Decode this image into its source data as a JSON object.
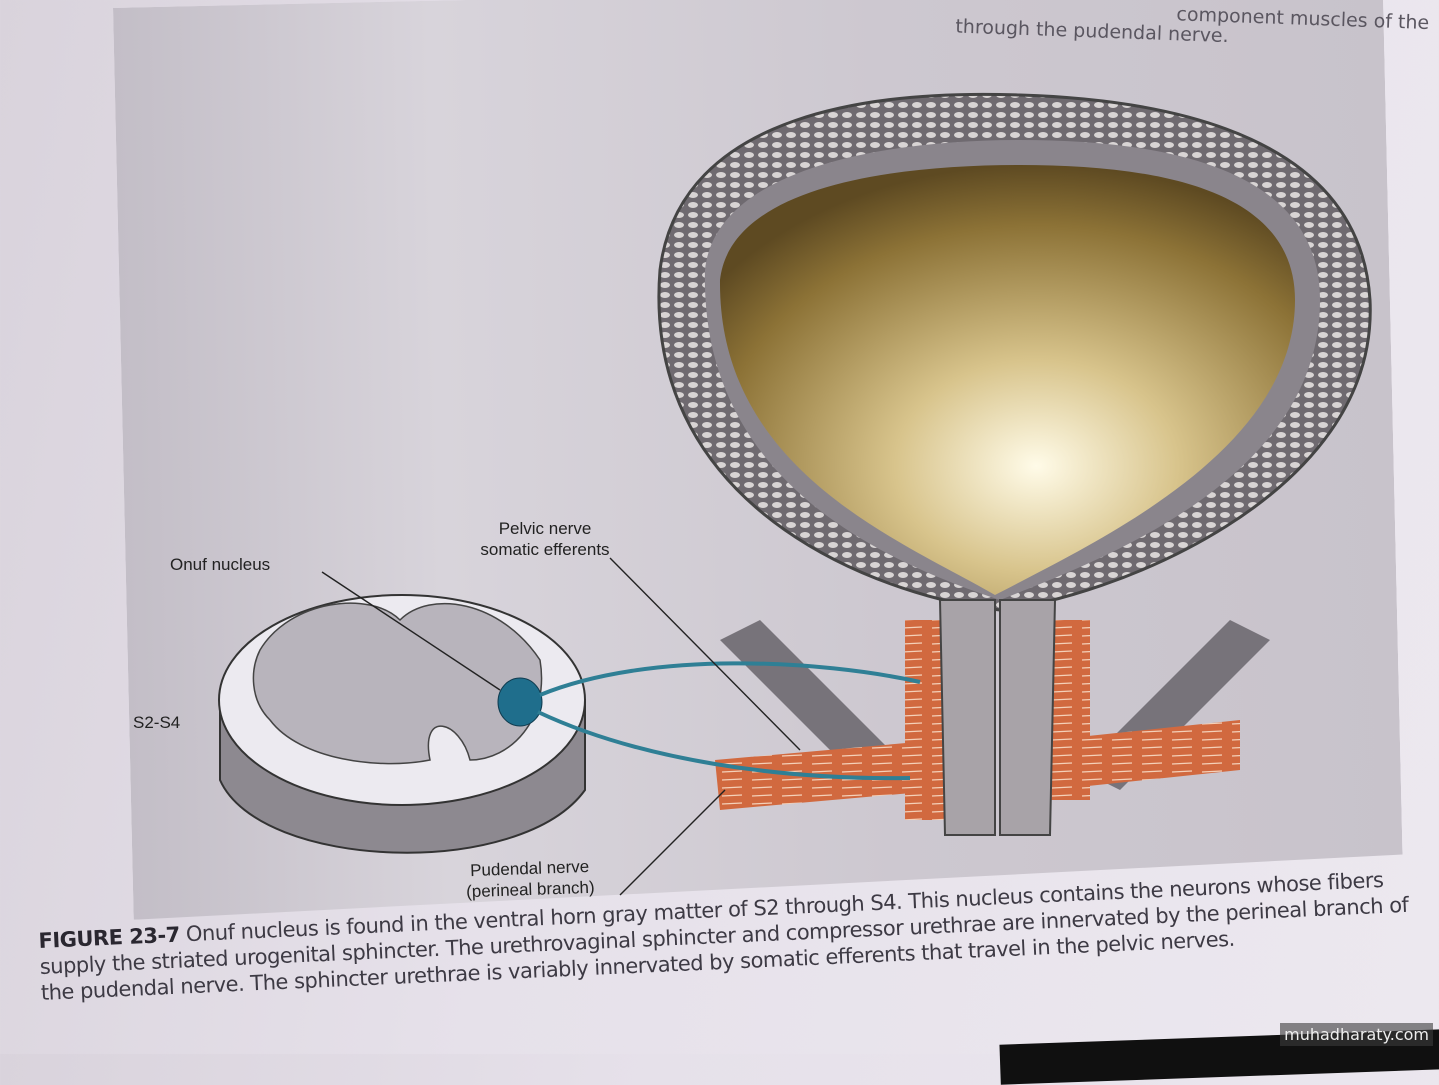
{
  "top_text": {
    "line1": "component muscles of the",
    "line2": "through the pudendal nerve."
  },
  "labels": {
    "pelvic_nerve": "Pelvic nerve",
    "somatic_efferents": "somatic efferents",
    "onuf_nucleus": "Onuf nucleus",
    "segment": "S2-S4",
    "pudendal_nerve": "Pudendal nerve",
    "perineal_branch": "(perineal branch)"
  },
  "caption": {
    "figure_label": "FIGURE 23-7",
    "text": "Onuf nucleus is found in the ventral horn gray matter of S2 through S4. This nucleus contains the neurons whose fibers supply the striated urogenital sphincter. The urethrovaginal sphincter and compressor urethrae are innervated by the perineal branch of the pudendal nerve. The sphincter urethrae is variably innervated by somatic efferents that travel in the pelvic nerves."
  },
  "watermark": "muhadharaty.com",
  "colors": {
    "nerve": "#2f7f95",
    "nucleus": "#1f6e8c",
    "muscle": "#d1693f",
    "bladder": "#b9a066"
  }
}
